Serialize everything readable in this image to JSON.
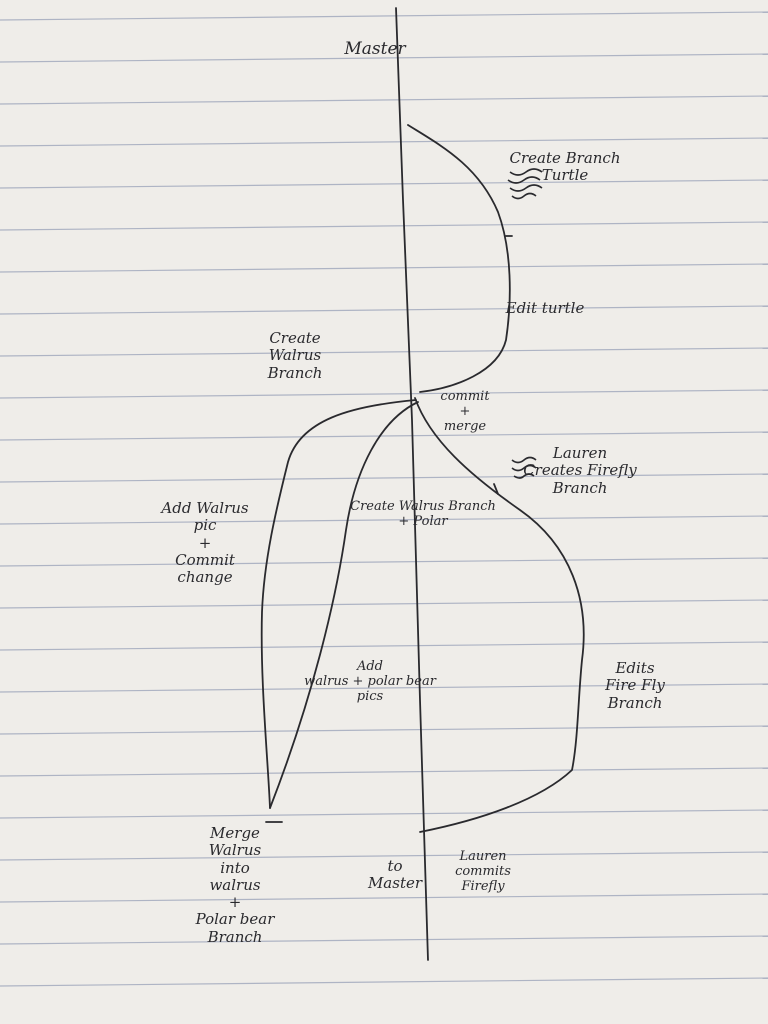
{
  "diagram": {
    "ink_color": "#2a2a2e",
    "rule_color": "#aeb4c4",
    "paper_color": "#efede9",
    "labels": {
      "master": "Master",
      "create_turtle": "Create Branch\nTurtle",
      "edit_turtle": "Edit turtle",
      "commit_merge": "commit\n+\nmerge",
      "create_walrus": "Create\nWalrus\nBranch",
      "lauren_creates": "Lauren\nCreates Firefly\nBranch",
      "create_walrus_polar": "Create Walrus Branch\n+ Polar",
      "add_walrus_pic": "Add Walrus\npic\n+\nCommit\nchange",
      "edits_firefly": "Edits\nFire Fly\nBranch",
      "add_walrus_polar_pics": "Add\nwalrus + polar bear\npics",
      "lauren_commits": "Lauren\ncommits\nFirefly",
      "to_master": "to\nMaster",
      "merge_walrus": "Merge\nWalrus\ninto\nwalrus\n+\nPolar bear\nBranch"
    }
  }
}
